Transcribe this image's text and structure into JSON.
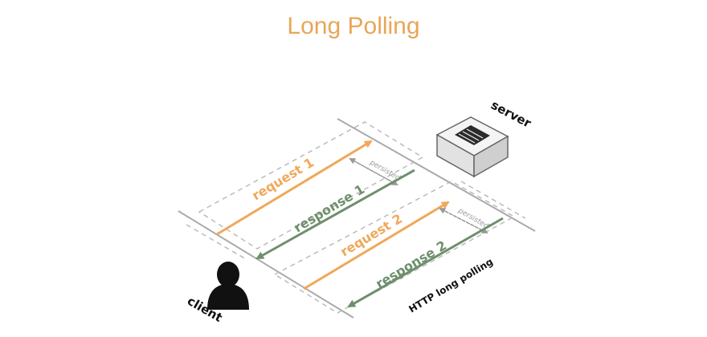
{
  "title": "Long Polling",
  "colors": {
    "title": "#e8a657",
    "request": "#f0a85a",
    "response": "#6e8f6c",
    "line": "#aaaaaa",
    "dash": "#bbbbbb",
    "note": "#999999",
    "text_dark": "#111111"
  },
  "labels": {
    "server": "server",
    "client": "client",
    "request_1": "request 1",
    "response_1": "response 1",
    "request_2": "request 2",
    "response_2": "response 2",
    "persisted_1": "persisted",
    "persisted_2": "persisted",
    "caption": "HTTP long polling"
  },
  "icons": {
    "server": "server-rack-icon",
    "client": "user-silhouette-icon"
  }
}
